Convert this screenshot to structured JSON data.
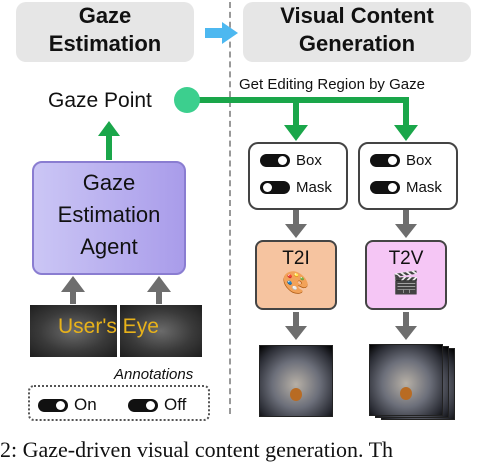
{
  "headers": {
    "left": [
      "Gaze",
      "Estimation"
    ],
    "right": [
      "Visual Content",
      "Generation"
    ]
  },
  "gaze_point_label": "Gaze Point",
  "editing_label": "Get Editing Region by Gaze",
  "agent_label": [
    "Gaze",
    "Estimation",
    "Agent"
  ],
  "selector": {
    "box": "Box",
    "mask": "Mask"
  },
  "generators": {
    "t2i": "T2I",
    "t2v": "T2V"
  },
  "eye_label": "User's Eye",
  "annotations": {
    "title": "Annotations",
    "on": "On",
    "off": "Off"
  },
  "caption_fragment": "2: Gaze-driven visual content generation. Th",
  "colors": {
    "arrow_green": "#1aa64a",
    "gaze_dot": "#3ccf8e",
    "flow_arrow": "#4db8f0",
    "agent_purple": "#a99cea",
    "t2i_orange": "#f6c4a0",
    "t2v_pink": "#f5c6f5",
    "gray_arrow": "#6e6e6e",
    "eye_text_yellow": "#e8b21a"
  },
  "icons": {
    "t2i": "palette-icon",
    "t2v": "clapperboard-icon"
  }
}
